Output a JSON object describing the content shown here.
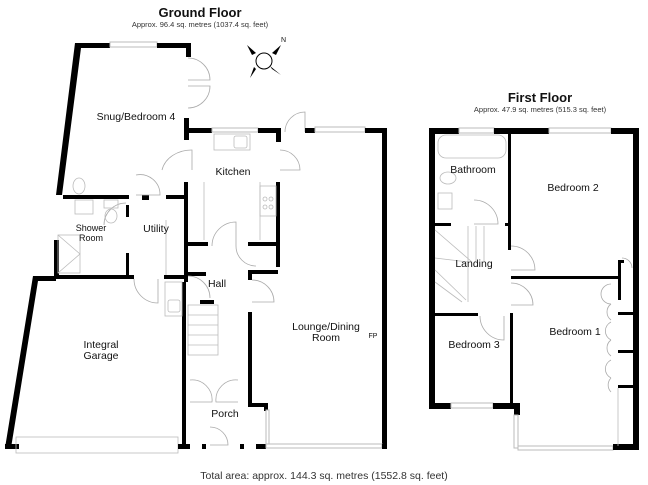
{
  "ground_floor": {
    "title": "Ground Floor",
    "area": "Approx. 96.4 sq. metres (1037.4 sq. feet)",
    "rooms": {
      "snug": "Snug/Bedroom 4",
      "kitchen": "Kitchen",
      "shower_line1": "Shower",
      "shower_line2": "Room",
      "utility": "Utility",
      "hall": "Hall",
      "garage_line1": "Integral",
      "garage_line2": "Garage",
      "lounge_line1": "Lounge/Dining",
      "lounge_line2": "Room",
      "porch": "Porch"
    },
    "fireplace_label": "FP",
    "compass_label": "N"
  },
  "first_floor": {
    "title": "First Floor",
    "area": "Approx. 47.9 sq. metres (515.3 sq. feet)",
    "rooms": {
      "bathroom": "Bathroom",
      "bedroom2": "Bedroom 2",
      "landing": "Landing",
      "bedroom3": "Bedroom 3",
      "bedroom1": "Bedroom 1"
    }
  },
  "total_area": "Total area: approx. 144.3 sq. metres (1552.8 sq. feet)"
}
